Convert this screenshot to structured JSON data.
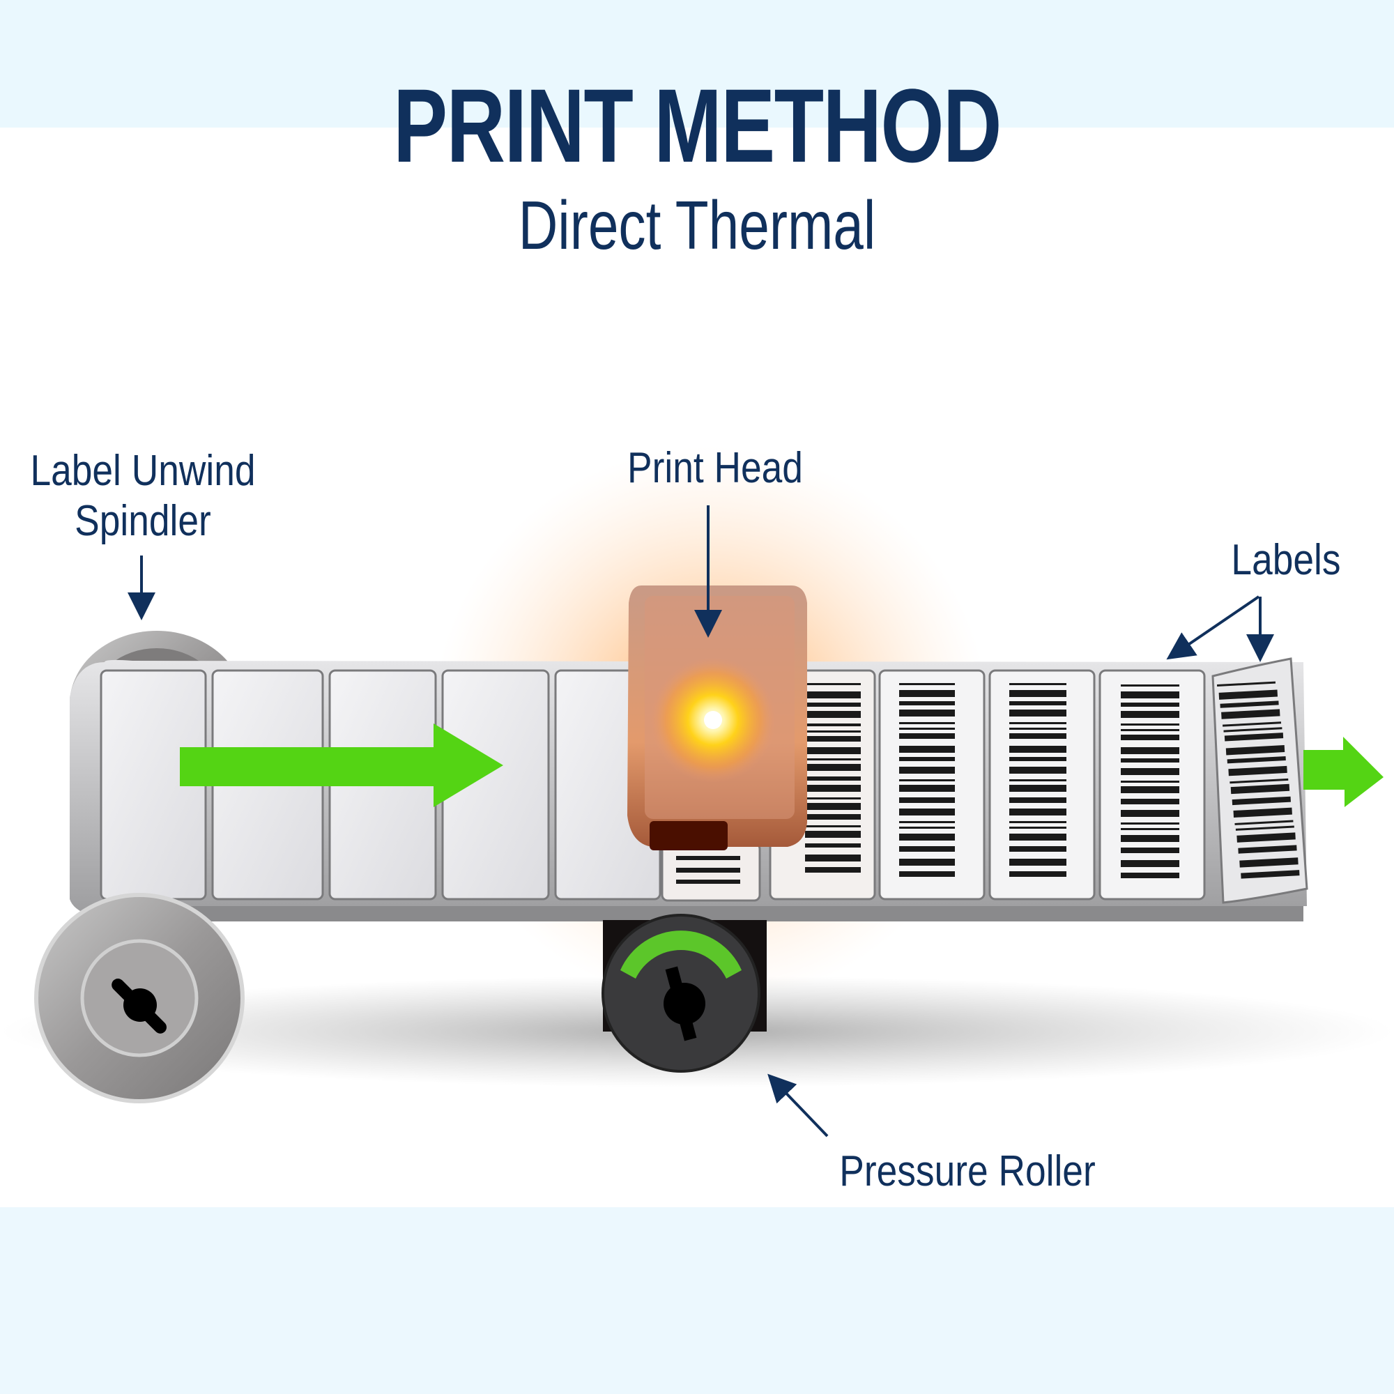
{
  "header": {
    "title": "PRINT METHOD",
    "subtitle": "Direct Thermal"
  },
  "callouts": {
    "unwind": {
      "line1": "Label Unwind",
      "line2": "Spindler"
    },
    "print_head": "Print Head",
    "labels": "Labels",
    "pressure_roller": "Pressure Roller"
  },
  "colors": {
    "text_navy": "#10305c",
    "flow_arrow_green": "#54d414",
    "band_light_blue": "#eaf8fe",
    "print_head_copper": "#c98b6a",
    "heat_glow": "#ffb347",
    "heat_core": "#ffe01a",
    "roller_dark": "#3a3a3c",
    "roller_accent_green": "#5cc62a"
  },
  "diagram": {
    "blank_labels_count": 5,
    "printed_labels_count": 6,
    "flow_direction": "left-to-right"
  }
}
